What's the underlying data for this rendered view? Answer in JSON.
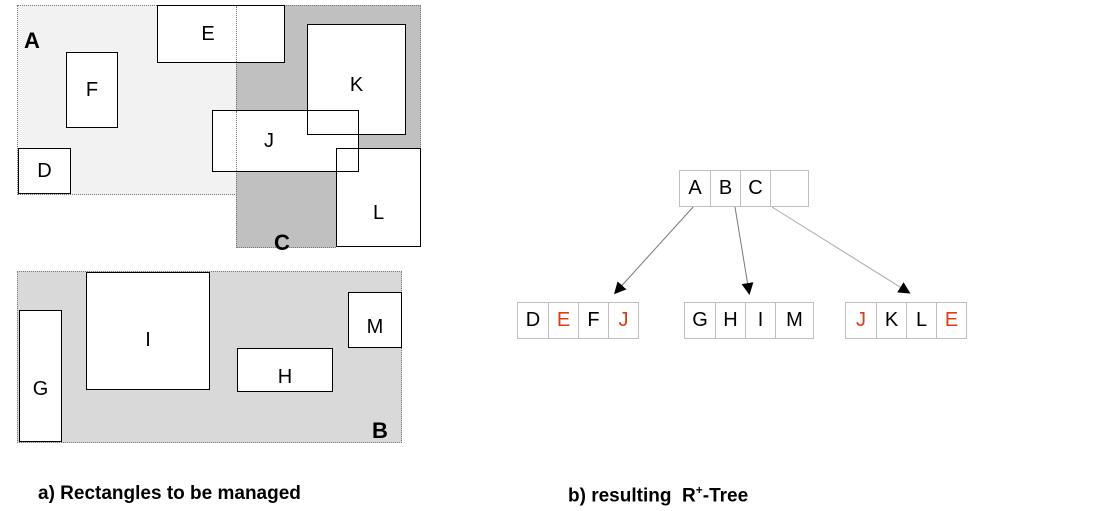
{
  "regions": {
    "A": {
      "label": "A",
      "fill": "#f2f2f2"
    },
    "C": {
      "label": "C",
      "fill": "#c0c0c0"
    },
    "B": {
      "label": "B",
      "fill": "#d9d9d9"
    }
  },
  "rectangles": {
    "D": "D",
    "E": "E",
    "F": "F",
    "G": "G",
    "H": "H",
    "I": "I",
    "J": "J",
    "K": "K",
    "L": "L",
    "M": "M"
  },
  "tree": {
    "root": [
      "A",
      "B",
      "C",
      ""
    ],
    "leaf_a": [
      {
        "text": "D",
        "dup": false
      },
      {
        "text": "E",
        "dup": true
      },
      {
        "text": "F",
        "dup": false
      },
      {
        "text": "J",
        "dup": true
      }
    ],
    "leaf_b": [
      {
        "text": "G",
        "dup": false
      },
      {
        "text": "H",
        "dup": false
      },
      {
        "text": "I",
        "dup": false
      },
      {
        "text": "M",
        "dup": false
      }
    ],
    "leaf_c": [
      {
        "text": "J",
        "dup": true
      },
      {
        "text": "K",
        "dup": false
      },
      {
        "text": "L",
        "dup": false
      },
      {
        "text": "E",
        "dup": true
      }
    ],
    "duplicate_color": "#e03c14"
  },
  "captions": {
    "left": "a) Rectangles to be managed",
    "right_prefix": "b) resulting  R",
    "right_sup": "+",
    "right_suffix": "-Tree"
  }
}
